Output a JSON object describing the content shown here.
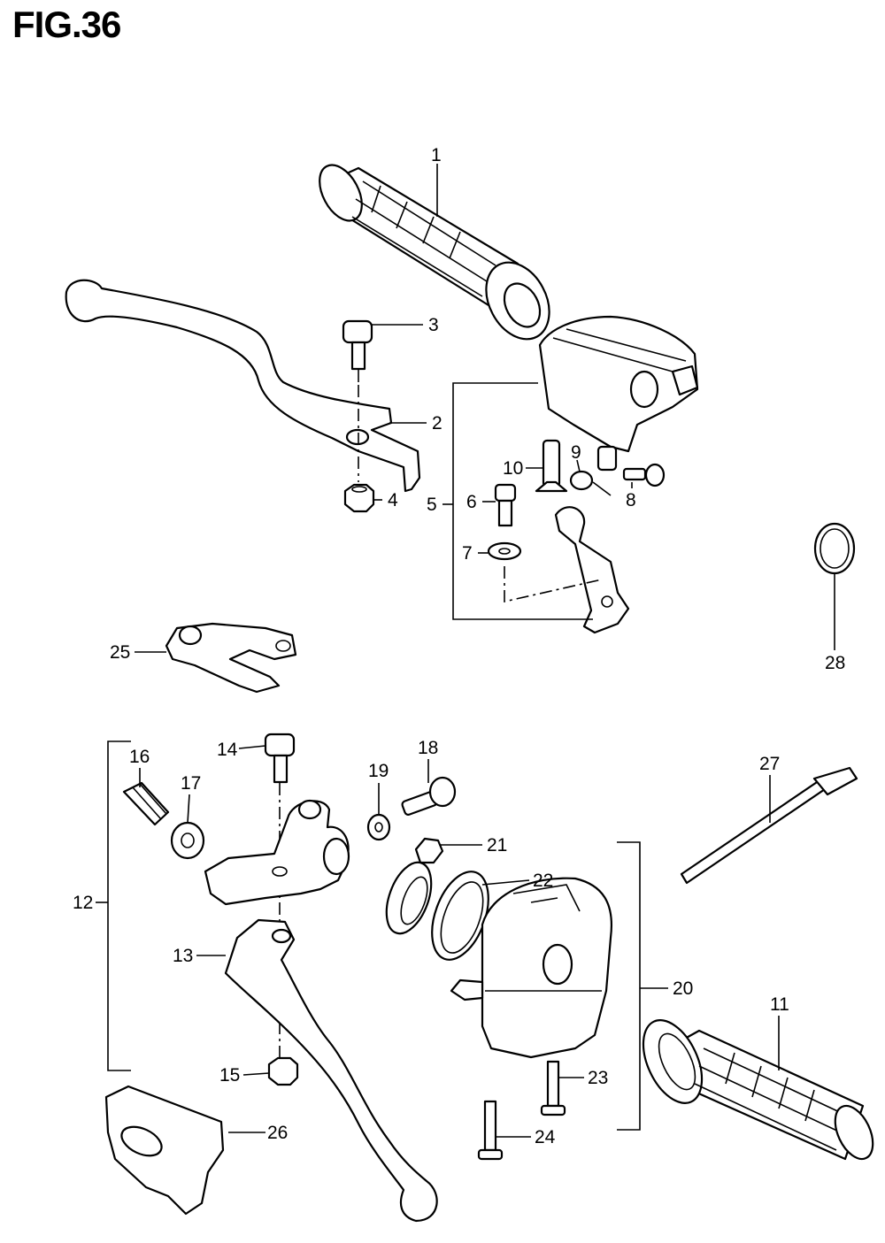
{
  "figure_title": "FIG.36",
  "callouts": [
    "1",
    "2",
    "3",
    "4",
    "5",
    "6",
    "7",
    "8",
    "9",
    "10",
    "11",
    "12",
    "13",
    "14",
    "15",
    "16",
    "17",
    "18",
    "19",
    "20",
    "21",
    "22",
    "23",
    "24",
    "25",
    "26",
    "27",
    "28"
  ]
}
